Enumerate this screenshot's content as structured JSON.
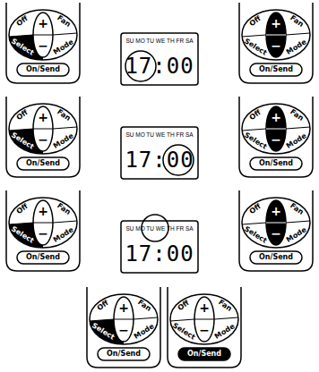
{
  "diagram": {
    "labels": [
      "Off",
      "Fan",
      "+",
      "−",
      "Select",
      "Mode",
      "On/Send",
      "SU MO TU WE TH FR SA",
      "17:00",
      "Off",
      "Fan",
      "+",
      "−",
      "Select",
      "Mode",
      "On/Send",
      "Off",
      "Fan",
      "+",
      "−",
      "Select",
      "Mode",
      "On/Send",
      "SU MO TU WE TH FR SA",
      "17:00",
      "Off",
      "Fan",
      "+",
      "−",
      "Select",
      "Mode",
      "On/Send",
      "Off",
      "Fan",
      "+",
      "−",
      "Select",
      "Mode",
      "On/Send",
      "SU MO TU WE TH FR SA",
      "17:00",
      "Off",
      "Fan",
      "+",
      "−",
      "Select",
      "Mode",
      "On/Send",
      "Off",
      "Fan",
      "+",
      "−",
      "Select",
      "Mode",
      "On/Send",
      "Off",
      "Fan",
      "+",
      "−",
      "Select",
      "Mode",
      "On/Send"
    ]
  }
}
